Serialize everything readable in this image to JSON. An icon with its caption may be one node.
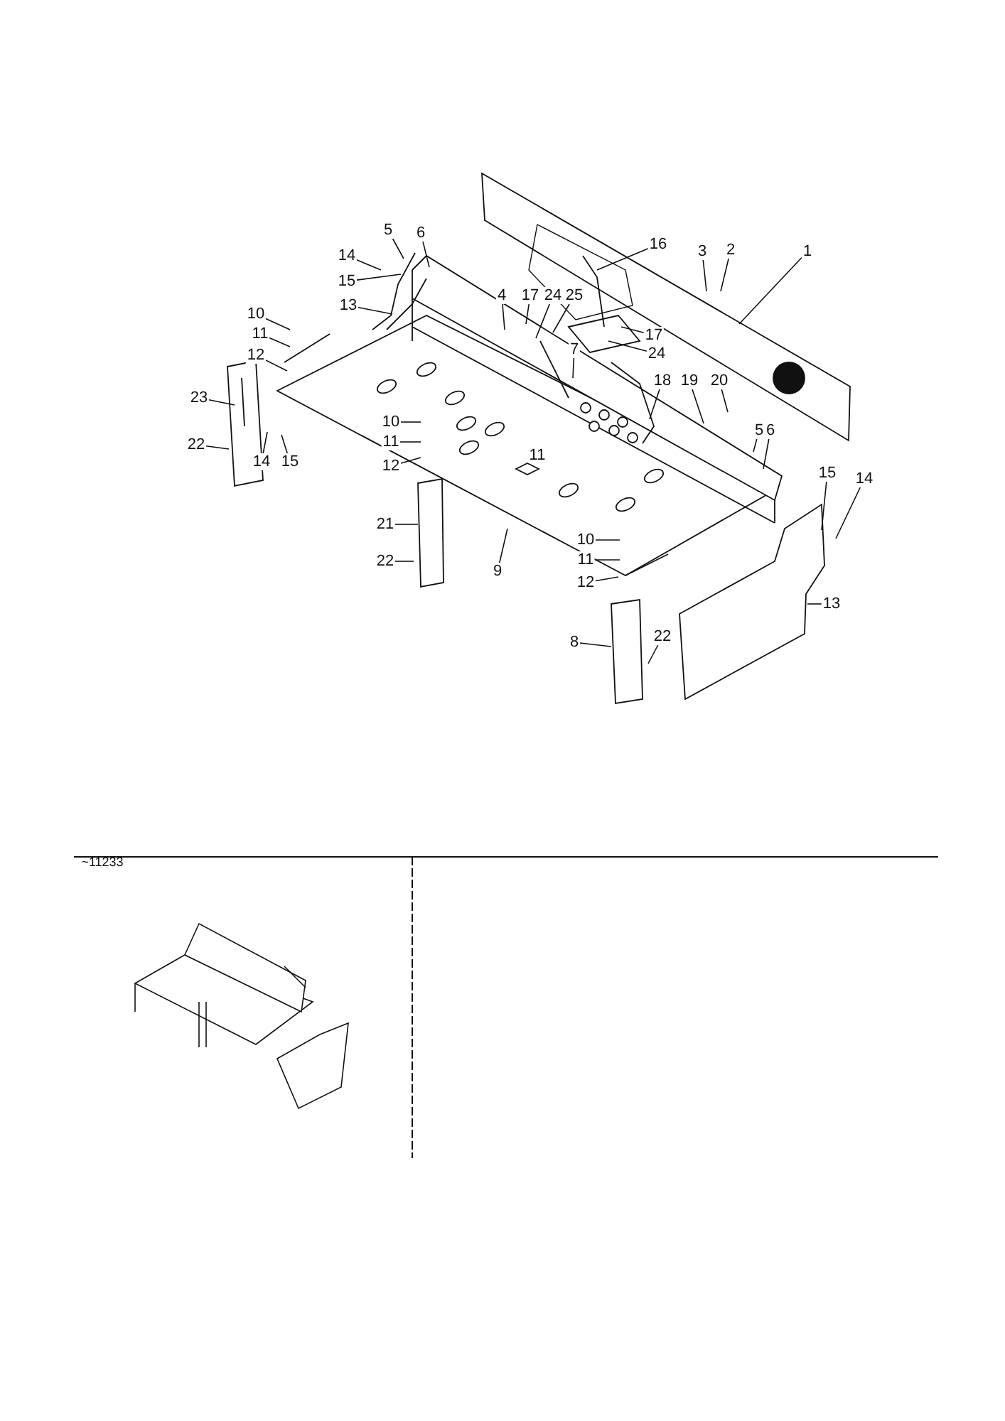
{
  "diagram": {
    "nodes": [
      {
        "text": [
          "14"
        ]
      },
      {
        "text": [
          "5"
        ]
      },
      {
        "text": [
          "6"
        ]
      },
      {
        "text": [
          "15"
        ]
      },
      {
        "text": [
          "13"
        ]
      },
      {
        "text": [
          "10"
        ]
      },
      {
        "text": [
          "11"
        ]
      },
      {
        "text": [
          "12"
        ]
      },
      {
        "text": [
          "23"
        ]
      },
      {
        "text": [
          "22"
        ]
      },
      {
        "text": [
          "14"
        ]
      },
      {
        "text": [
          "15"
        ]
      },
      {
        "text": [
          "4"
        ]
      },
      {
        "text": [
          "17"
        ]
      },
      {
        "text": [
          "24"
        ]
      },
      {
        "text": [
          "25"
        ]
      },
      {
        "text": [
          "16"
        ]
      },
      {
        "text": [
          "3"
        ]
      },
      {
        "text": [
          "2"
        ]
      },
      {
        "text": [
          "1"
        ]
      },
      {
        "text": [
          "17"
        ]
      },
      {
        "text": [
          "24"
        ]
      },
      {
        "text": [
          "7"
        ]
      },
      {
        "text": [
          "18"
        ]
      },
      {
        "text": [
          "19"
        ]
      },
      {
        "text": [
          "20"
        ]
      },
      {
        "text": [
          "10"
        ]
      },
      {
        "text": [
          "11"
        ]
      },
      {
        "text": [
          "12"
        ]
      },
      {
        "text": [
          "5"
        ]
      },
      {
        "text": [
          "6"
        ]
      },
      {
        "text": [
          "15"
        ]
      },
      {
        "text": [
          "14"
        ]
      },
      {
        "text": [
          "21"
        ]
      },
      {
        "text": [
          "22"
        ]
      },
      {
        "text": [
          "9"
        ]
      },
      {
        "text": [
          "10"
        ]
      },
      {
        "text": [
          "11"
        ]
      },
      {
        "text": [
          "12"
        ]
      },
      {
        "text": [
          "13"
        ]
      },
      {
        "text": [
          "8"
        ]
      },
      {
        "text": [
          "22"
        ]
      }
    ],
    "edges": [
      {
        "from": 0,
        "to": null,
        "arrow": "none"
      },
      {
        "from": 1,
        "to": null,
        "arrow": "none"
      },
      {
        "from": 2,
        "to": null,
        "arrow": "none"
      },
      {
        "from": 3,
        "to": null,
        "arrow": "none"
      },
      {
        "from": 4,
        "to": null,
        "arrow": "none"
      },
      {
        "from": 5,
        "to": null,
        "arrow": "none"
      },
      {
        "from": 6,
        "to": null,
        "arrow": "none"
      },
      {
        "from": 7,
        "to": null,
        "arrow": "none"
      },
      {
        "from": 8,
        "to": null,
        "arrow": "none"
      },
      {
        "from": 9,
        "to": null,
        "arrow": "none"
      },
      {
        "from": 10,
        "to": null,
        "arrow": "none"
      },
      {
        "from": 11,
        "to": null,
        "arrow": "none"
      },
      {
        "from": 12,
        "to": null,
        "arrow": "none"
      },
      {
        "from": 13,
        "to": null,
        "arrow": "none"
      },
      {
        "from": 14,
        "to": null,
        "arrow": "none"
      },
      {
        "from": 15,
        "to": null,
        "arrow": "none"
      },
      {
        "from": 16,
        "to": null,
        "arrow": "none"
      },
      {
        "from": 17,
        "to": null,
        "arrow": "none"
      },
      {
        "from": 18,
        "to": null,
        "arrow": "none"
      },
      {
        "from": 19,
        "to": null,
        "arrow": "none"
      },
      {
        "from": 20,
        "to": null,
        "arrow": "none"
      },
      {
        "from": 21,
        "to": null,
        "arrow": "none"
      },
      {
        "from": 22,
        "to": null,
        "arrow": "none"
      },
      {
        "from": 23,
        "to": null,
        "arrow": "none"
      },
      {
        "from": 24,
        "to": null,
        "arrow": "none"
      },
      {
        "from": 25,
        "to": null,
        "arrow": "none"
      },
      {
        "from": 26,
        "to": null,
        "arrow": "none"
      },
      {
        "from": 27,
        "to": null,
        "arrow": "none"
      },
      {
        "from": 28,
        "to": null,
        "arrow": "none"
      },
      {
        "from": 29,
        "to": null,
        "arrow": "none"
      },
      {
        "from": 30,
        "to": null,
        "arrow": "none"
      },
      {
        "from": 31,
        "to": null,
        "arrow": "none"
      },
      {
        "from": 32,
        "to": null,
        "arrow": "none"
      },
      {
        "from": 33,
        "to": null,
        "arrow": "none"
      },
      {
        "from": 34,
        "to": null,
        "arrow": "none"
      },
      {
        "from": 35,
        "to": null,
        "arrow": "none"
      },
      {
        "from": 36,
        "to": null,
        "arrow": "none"
      },
      {
        "from": 37,
        "to": null,
        "arrow": "none"
      },
      {
        "from": 38,
        "to": null,
        "arrow": "none"
      },
      {
        "from": 39,
        "to": null,
        "arrow": "none"
      },
      {
        "from": 40,
        "to": null,
        "arrow": "none"
      },
      {
        "from": 41,
        "to": null,
        "arrow": "none"
      }
    ],
    "labels": [
      "11",
      "~11233"
    ]
  }
}
